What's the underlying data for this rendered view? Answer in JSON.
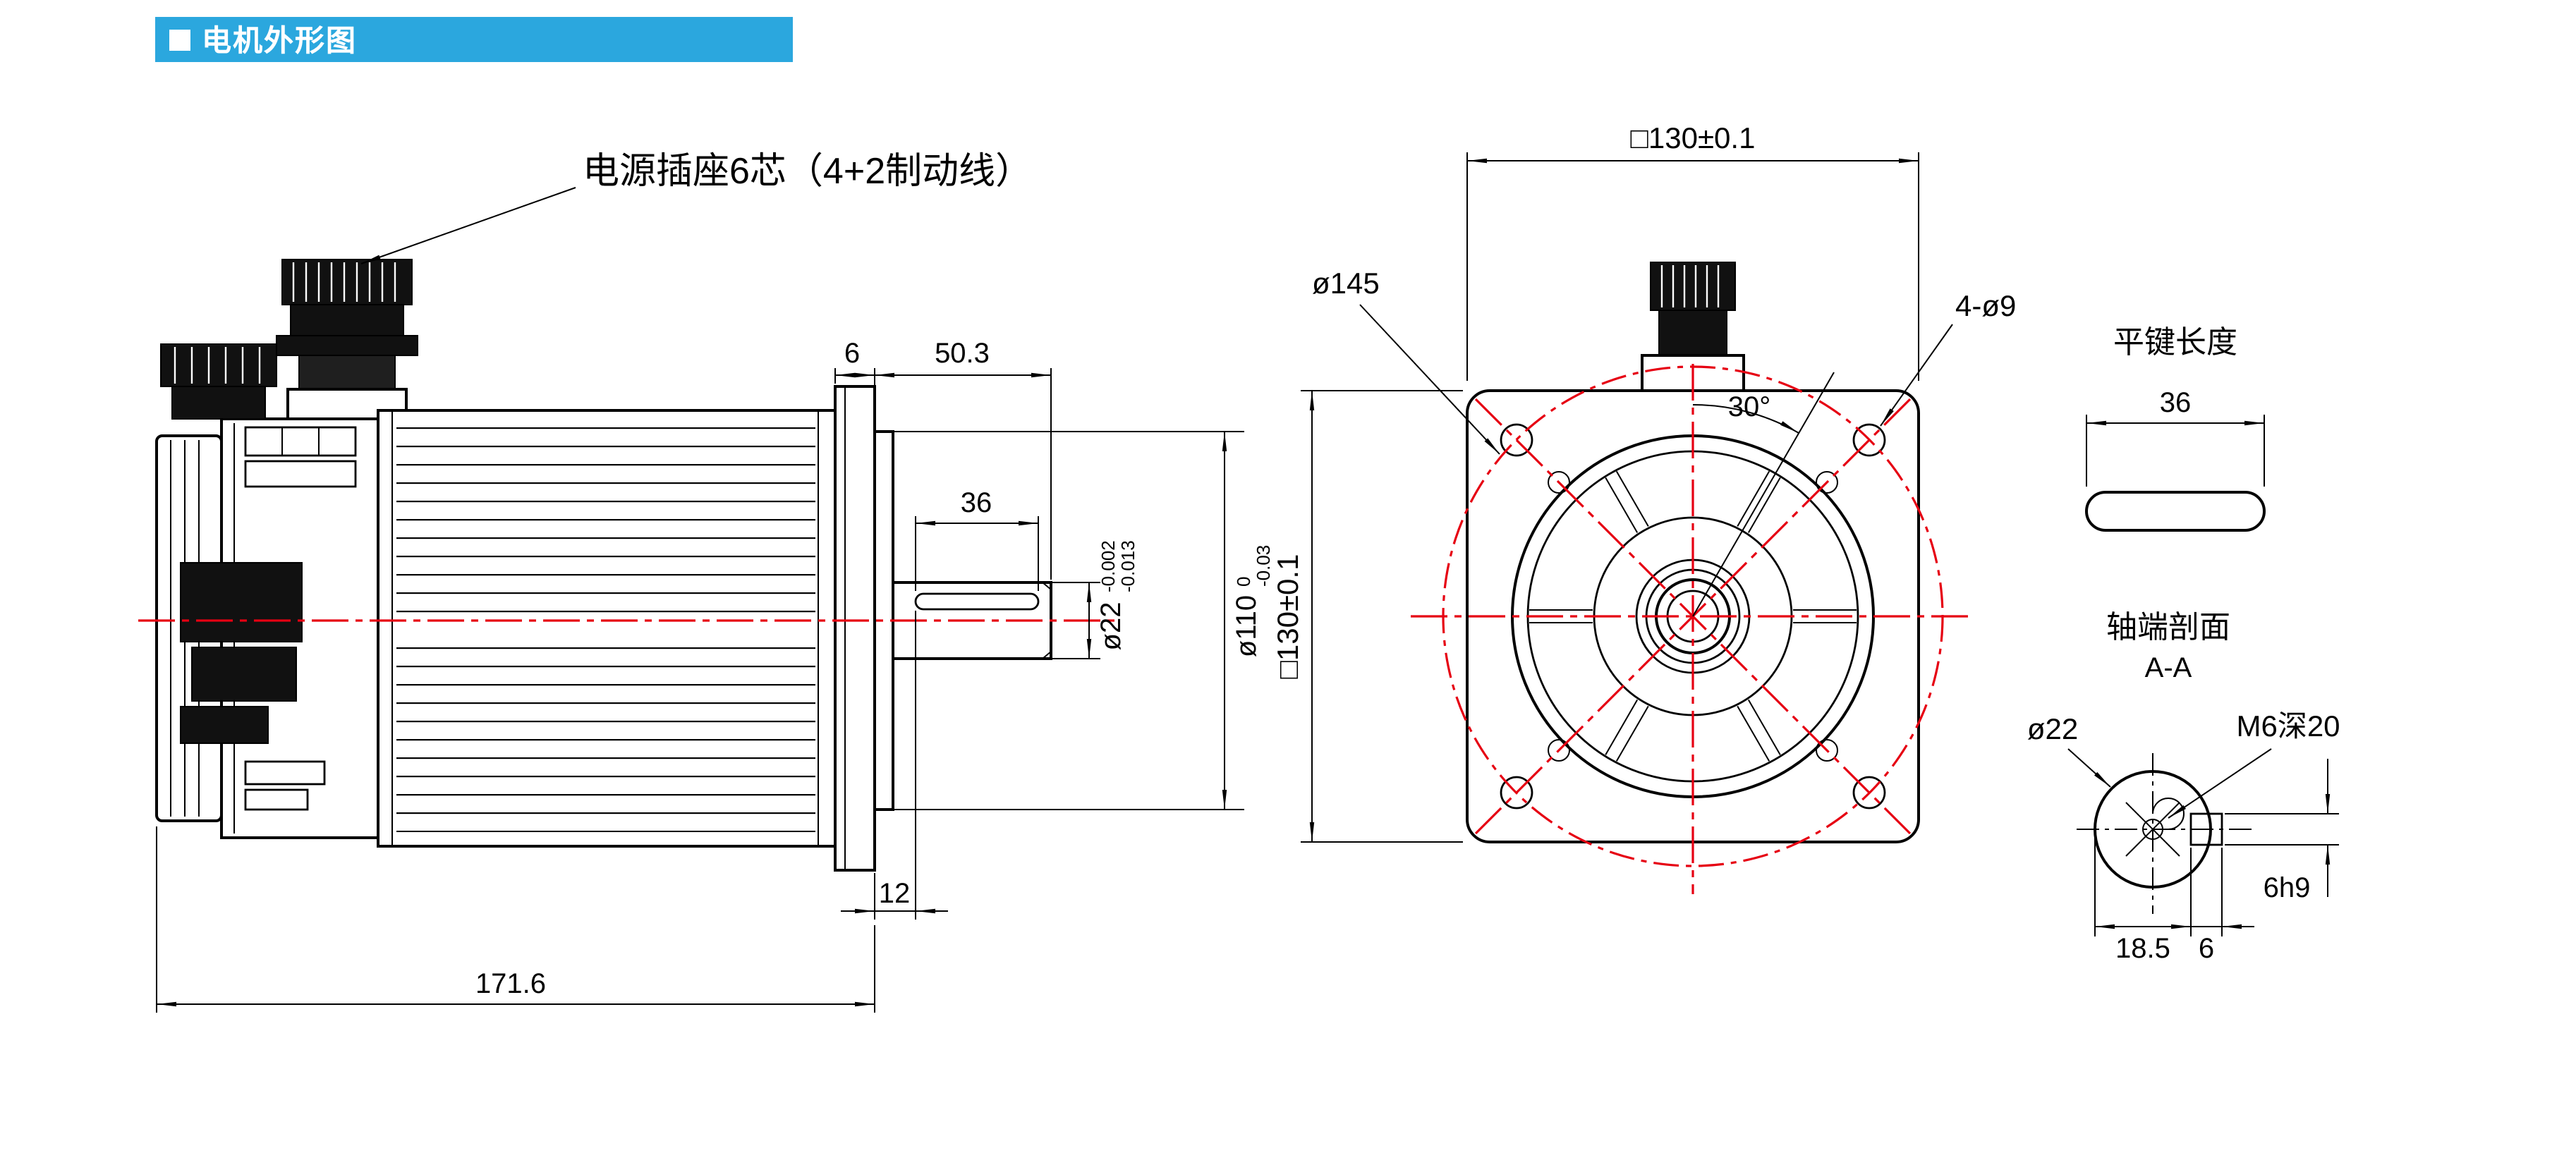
{
  "header": {
    "title": "电机外形图"
  },
  "colors": {
    "accent": "#2BA7DE",
    "centerline_red": "#E60012",
    "line": "#000000"
  },
  "side_view": {
    "connector_label": "电源插座6芯（4+2制动线）",
    "dim_flange_thickness": "6",
    "dim_shaft_extension": "50.3",
    "dim_key_length": "36",
    "dim_key_offset": "12",
    "dim_overall_length": "171.6",
    "shaft_dia": "ø22",
    "shaft_tol_upper": "-0.002",
    "shaft_tol_lower": "-0.013",
    "pilot_dia": "ø110",
    "pilot_tol_upper": "0",
    "pilot_tol_lower": "-0.03"
  },
  "front_view": {
    "dim_width": "□130±0.1",
    "dim_height": "□130±0.1",
    "bolt_circle": "ø145",
    "mounting_holes": "4-ø9",
    "hole_angle": "30°"
  },
  "key_view": {
    "title": "平键长度",
    "dim_length": "36"
  },
  "shaft_section": {
    "title": "轴端剖面",
    "section_label": "A-A",
    "shaft_dia": "ø22",
    "center_tap": "M6深20",
    "key_width": "6h9",
    "dim_flat": "18.5",
    "dim_key": "6"
  }
}
